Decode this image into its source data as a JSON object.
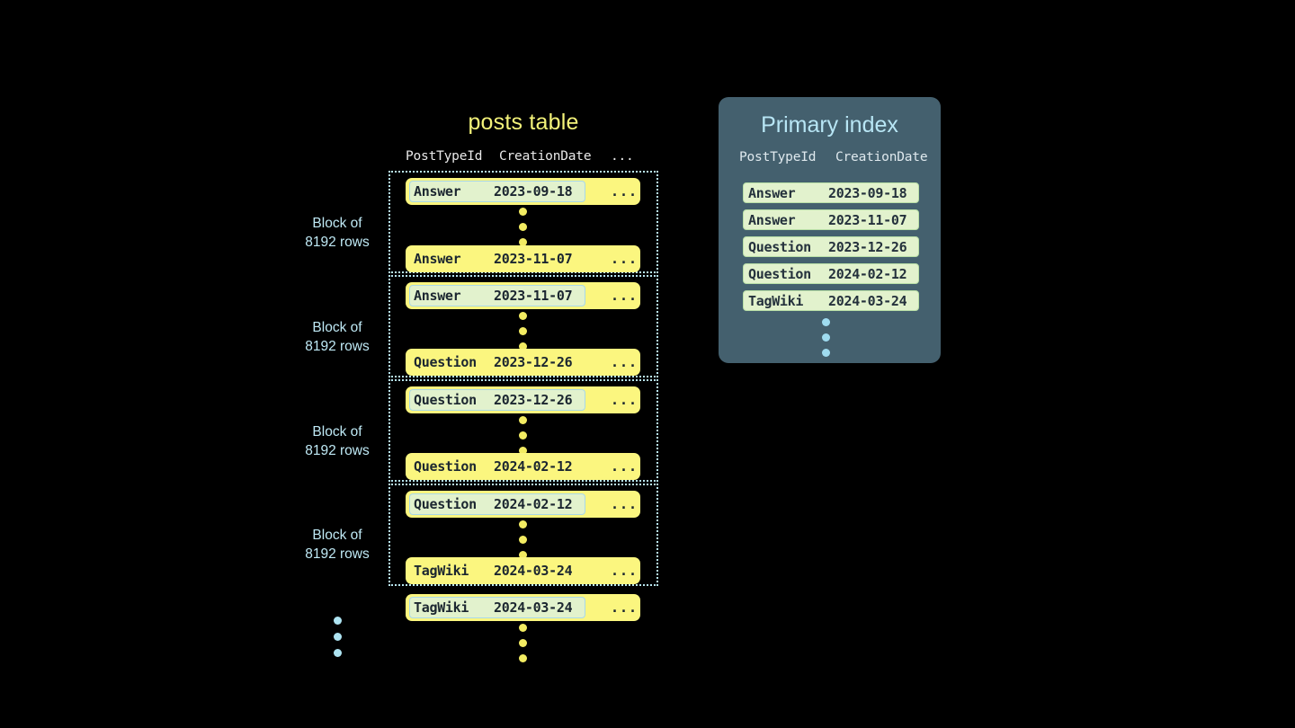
{
  "posts_table": {
    "title": "posts table",
    "columns": {
      "post_type_id": "PostTypeId",
      "creation_date": "CreationDate",
      "rest": "..."
    },
    "block_label": {
      "line1": "Block of",
      "line2": "8192 rows"
    },
    "blocks": [
      {
        "label_line1": "Block of",
        "label_line2": "8192 rows",
        "first_row": {
          "post_type_id": "Answer",
          "creation_date": "2023-09-18",
          "rest": "...",
          "highlighted": true
        },
        "last_row": {
          "post_type_id": "Answer",
          "creation_date": "2023-11-07",
          "rest": "...",
          "highlighted": false
        }
      },
      {
        "label_line1": "Block of",
        "label_line2": "8192 rows",
        "first_row": {
          "post_type_id": "Answer",
          "creation_date": "2023-11-07",
          "rest": "...",
          "highlighted": true
        },
        "last_row": {
          "post_type_id": "Question",
          "creation_date": "2023-12-26",
          "rest": "...",
          "highlighted": false
        }
      },
      {
        "label_line1": "Block of",
        "label_line2": "8192 rows",
        "first_row": {
          "post_type_id": "Question",
          "creation_date": "2023-12-26",
          "rest": "...",
          "highlighted": true
        },
        "last_row": {
          "post_type_id": "Question",
          "creation_date": "2024-02-12",
          "rest": "...",
          "highlighted": false
        }
      },
      {
        "label_line1": "Block of",
        "label_line2": "8192 rows",
        "first_row": {
          "post_type_id": "Question",
          "creation_date": "2024-02-12",
          "rest": "...",
          "highlighted": true
        },
        "last_row": {
          "post_type_id": "TagWiki",
          "creation_date": "2024-03-24",
          "rest": "...",
          "highlighted": false
        }
      }
    ],
    "trailing_row": {
      "post_type_id": "TagWiki",
      "creation_date": "2024-03-24",
      "rest": "...",
      "highlighted": true
    }
  },
  "primary_index": {
    "title": "Primary index",
    "columns": {
      "post_type_id": "PostTypeId",
      "creation_date": "CreationDate"
    },
    "entries": [
      {
        "post_type_id": "Answer",
        "creation_date": "2023-09-18"
      },
      {
        "post_type_id": "Answer",
        "creation_date": "2023-11-07"
      },
      {
        "post_type_id": "Question",
        "creation_date": "2023-12-26"
      },
      {
        "post_type_id": "Question",
        "creation_date": "2024-02-12"
      },
      {
        "post_type_id": "TagWiki",
        "creation_date": "2024-03-24"
      }
    ]
  },
  "colors": {
    "background": "#000000",
    "row_yellow": "#fbf67f",
    "highlight_green": "#e2f2cd",
    "highlight_border": "#a9d8e8",
    "panel_slate": "#44606e",
    "accent_light_blue": "#b8e6f5",
    "title_yellow": "#f4f37a",
    "dot_yellow": "#f3ec62",
    "dot_blue": "#aee4f2",
    "text_dark": "#1b2630"
  }
}
